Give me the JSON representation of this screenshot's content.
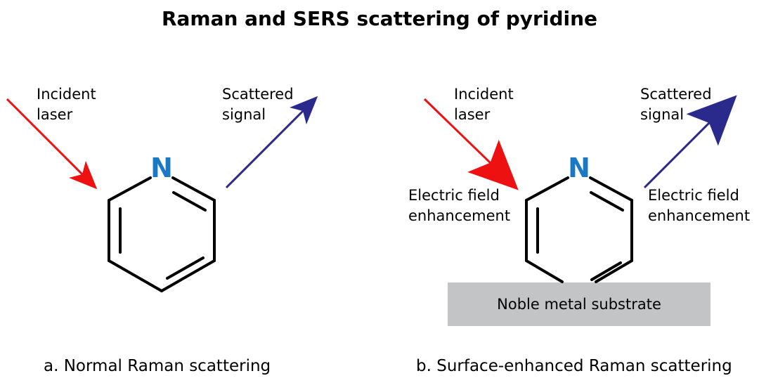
{
  "title": "Raman and SERS scattering of pyridine",
  "colors": {
    "incident": "#ee1111",
    "scattered": "#2a2a8c",
    "nitrogen": "#1b78c4",
    "substrate": "#c3c4c6",
    "bond": "#000000"
  },
  "panel_a": {
    "incident_label": "Incident\nlaser",
    "scattered_label": "Scattered\nsignal",
    "atom_label": "N",
    "caption": "a. Normal Raman scattering"
  },
  "panel_b": {
    "incident_label": "Incident\nlaser",
    "scattered_label": "Scattered\nsignal",
    "left_enhancement": "Electric field\nenhancement",
    "right_enhancement": "Electric field\nenhancement",
    "atom_label": "N",
    "substrate_label": "Noble metal substrate",
    "caption": "b. Surface-enhanced Raman scattering"
  }
}
